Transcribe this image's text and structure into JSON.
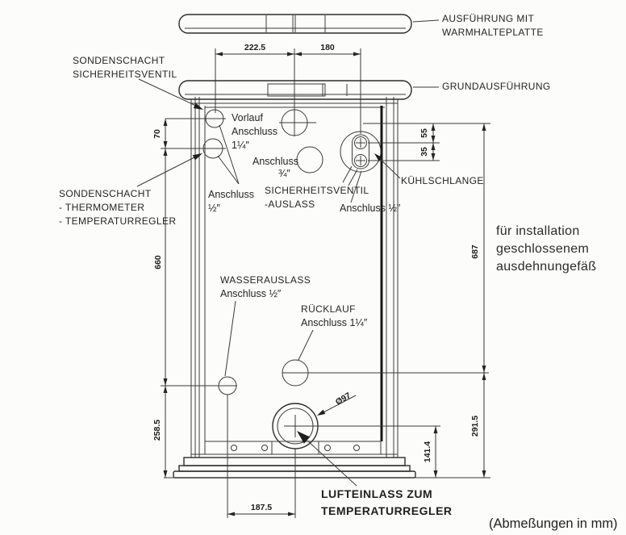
{
  "drawing": {
    "units_note": "(Abmeßungen in mm)",
    "installation_note": [
      "für installation",
      "geschlossenem",
      "ausdehnungefäß"
    ],
    "colors": {
      "ink": "#262626",
      "background": "#fcfcfa"
    }
  },
  "labels": {
    "top_variant": [
      "AUSFÜHRUNG MIT",
      "WARMHALTEPLATTE"
    ],
    "base_variant": "GRUNDAUSFÜHRUNG",
    "probe_well_safety_valve": [
      "SONDENSCHACHT",
      "SICHERHEITSVENTIL"
    ],
    "probe_well_thermo": [
      "SONDENSCHACHT",
      "- THERMOMETER",
      "- TEMPERATURREGLER"
    ],
    "vorlauf": [
      "Vorlauf",
      "Anschluss",
      "1¼″"
    ],
    "anschluss_three_quarter": [
      "Anschluss",
      "¾″"
    ],
    "safety_valve_outlet": [
      "SICHERHEITSVENTIL",
      "-AUSLASS"
    ],
    "anschluss_half_left": [
      "Anschluss",
      "½″"
    ],
    "cooling_coil": "KÜHLSCHLANGE",
    "anschluss_half_right": "Anschluss ½″",
    "water_outlet": [
      "WASSERAUSLASS",
      "Anschluss ½″"
    ],
    "ruecklauf": [
      "RÜCKLAUF",
      "Anschluss 1¼″"
    ],
    "air_inlet": [
      "LUFTEINLASS ZUM",
      "TEMPERATURREGLER"
    ]
  },
  "dimensions": {
    "top_width_left": "222.5",
    "top_width_right": "180",
    "probe_spacing": "70",
    "side_mid_height": "660",
    "water_outlet_height": "258.5",
    "coil_offset_top": "55",
    "coil_spacing": "35",
    "right_upper_height": "687",
    "ruecklauf_height": "291.5",
    "air_inlet_height": "141.4",
    "bottom_offset": "187.5",
    "air_inlet_diameter": "Ø97"
  }
}
